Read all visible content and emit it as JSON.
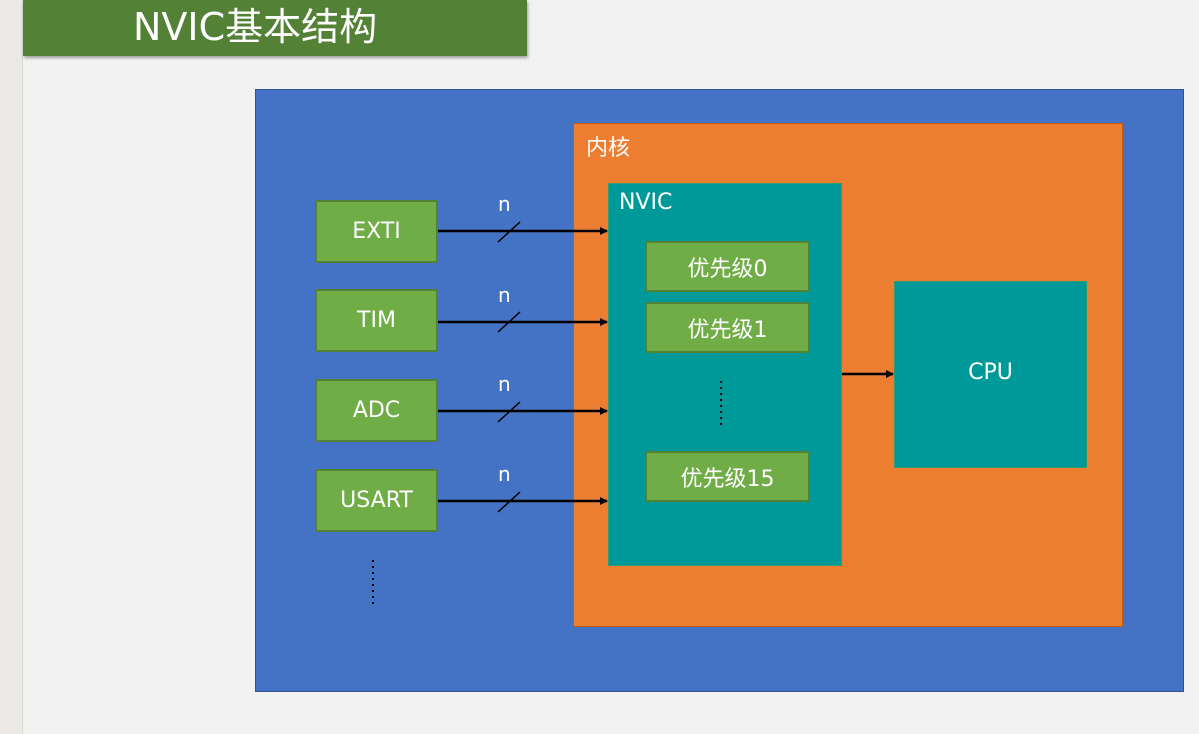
{
  "slide_title": "NVIC基本结构",
  "core_label": "内核",
  "nvic_label": "NVIC",
  "cpu_label": "CPU",
  "peripherals": [
    "EXTI",
    "TIM",
    "ADC",
    "USART"
  ],
  "priorities": [
    "优先级0",
    "优先级1",
    "优先级15"
  ],
  "bus_width_label": "n",
  "colors": {
    "outer": "#4472c4",
    "core": "#ed7d31",
    "nvic": "#009999",
    "block": "#70ad47",
    "title_bar": "#538135"
  }
}
